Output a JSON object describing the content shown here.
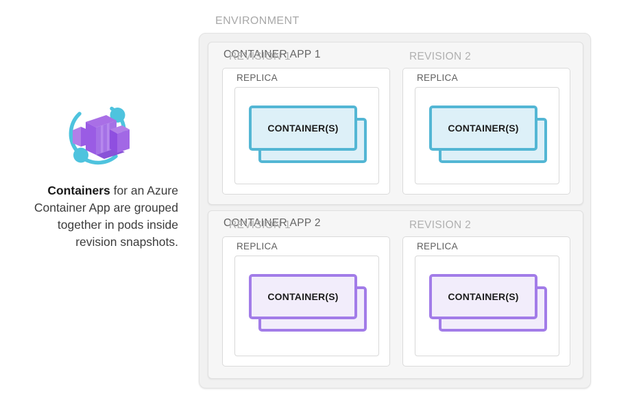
{
  "legend": {
    "icon_name": "azure-container-apps-icon",
    "caption_bold": "Containers",
    "caption_rest": " for an Azure Container App are grouped together in pods inside revision snapshots.",
    "colors": {
      "icon_purple_light": "#b27fe8",
      "icon_purple_mid": "#9a5ce4",
      "icon_purple_dark": "#7c3fd4",
      "icon_cyan": "#4ec3de"
    }
  },
  "environment": {
    "label": "ENVIRONMENT",
    "background": "#f1f1f1",
    "border": "#e2e2e2",
    "apps": [
      {
        "label": "CONTAINER APP 1",
        "theme": "blue",
        "accent": "#53b6d4",
        "fill": "#ddf0f8",
        "revisions": [
          {
            "label": "REVISION 1",
            "replica": {
              "label": "REPLICA",
              "container_label": "CONTAINER(S)"
            }
          },
          {
            "label": "REVISION 2",
            "replica": {
              "label": "REPLICA",
              "container_label": "CONTAINER(S)"
            }
          }
        ]
      },
      {
        "label": "CONTAINER APP 2",
        "theme": "purple",
        "accent": "#a27ce8",
        "fill": "#f2edfb",
        "revisions": [
          {
            "label": "REVISION 1",
            "replica": {
              "label": "REPLICA",
              "container_label": "CONTAINER(S)"
            }
          },
          {
            "label": "REVISION 2",
            "replica": {
              "label": "REPLICA",
              "container_label": "CONTAINER(S)"
            }
          }
        ]
      }
    ]
  }
}
